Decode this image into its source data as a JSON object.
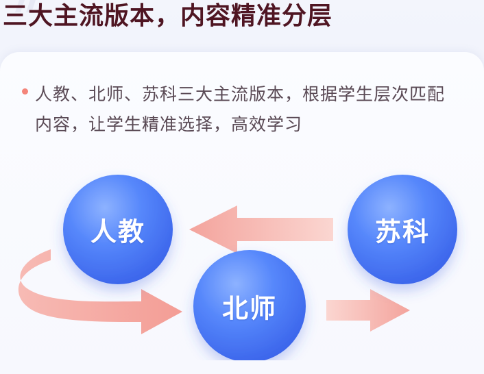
{
  "page": {
    "title": "三大主流版本，内容精准分层",
    "bullet": "人教、北师、苏科三大主流版本，根据学生层次匹配内容，让学生精准选择，高效学习"
  },
  "diagram": {
    "circles": [
      {
        "key": "renjiao",
        "label": "人教"
      },
      {
        "key": "beishi",
        "label": "北师"
      },
      {
        "key": "suke",
        "label": "苏科"
      }
    ]
  },
  "icons": {
    "bullet": "bullet-dot",
    "title_decoration": "quote-mark-icon",
    "arrows": [
      "arrow-left-icon",
      "curved-arrow-right-icon",
      "arrow-right-icon"
    ]
  },
  "colors": {
    "title": "#4f1522",
    "bullet_dot": "#f4857a",
    "body_text": "#5a4a55",
    "circle_blue": "#3e6ff5",
    "arrow_pink": "#f6a8a1"
  }
}
